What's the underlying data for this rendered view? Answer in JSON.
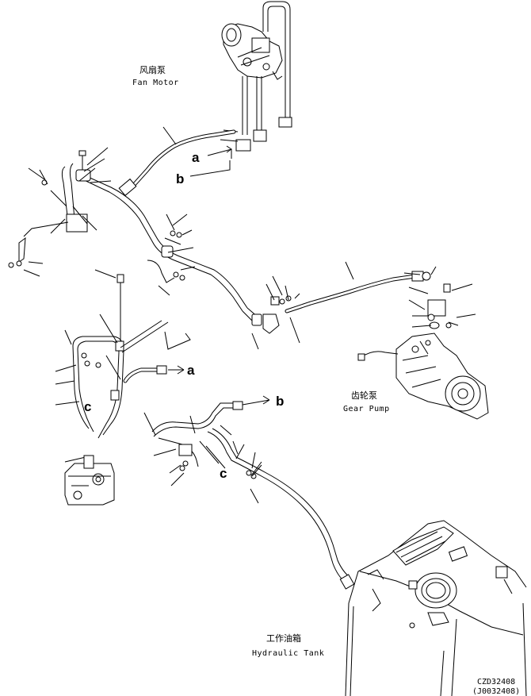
{
  "labels": {
    "fan_motor_cn": "风扇泵",
    "fan_motor_en": "Fan Motor",
    "gear_pump_cn": "齿轮泵",
    "gear_pump_en": "Gear Pump",
    "hydraulic_tank_cn": "工作油箱",
    "hydraulic_tank_en": "Hydraulic Tank"
  },
  "references": {
    "a": "a",
    "b": "b",
    "c": "c"
  },
  "drawing_codes": {
    "primary": "CZD32408",
    "secondary": "(J0032408)"
  }
}
